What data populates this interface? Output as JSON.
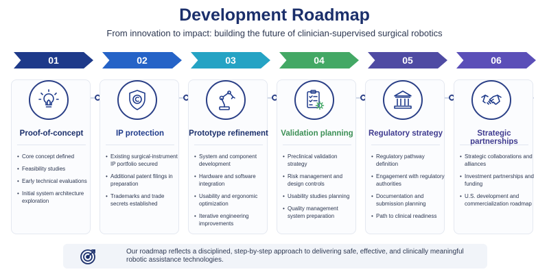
{
  "header": {
    "title": "Development Roadmap",
    "subtitle": "From innovation to impact: building the future of clinician-supervised surgical robotics"
  },
  "colors": {
    "navy": "#1b2f6b",
    "step1": "#1e3a8a",
    "step2": "#2563c7",
    "step3": "#25a3c4",
    "step4": "#43a865",
    "step5": "#4f4ba3",
    "step6": "#5b4fb8"
  },
  "steps": [
    {
      "number": "01",
      "title": "Proof-of-concept",
      "icon": "lightbulb-icon",
      "color": "#1e3a8a",
      "bullets": [
        "Core concept defined",
        "Feasibility studies",
        "Early technical evaluations",
        "Initial system architecture exploration"
      ]
    },
    {
      "number": "02",
      "title": "IP protection",
      "icon": "shield-copyright-icon",
      "color": "#2563c7",
      "bullets": [
        "Existing surgical-instrument IP portfolio secured",
        "Additional patent filings in preparation",
        "Trademarks and trade secrets established"
      ]
    },
    {
      "number": "03",
      "title": "Prototype refinement",
      "icon": "robotic-arm-icon",
      "color": "#25a3c4",
      "bullets": [
        "System and component development",
        "Hardware and software integration",
        "Usability and ergonomic optimization",
        "Iterative engineering improvements"
      ]
    },
    {
      "number": "04",
      "title": "Validation planning",
      "icon": "checklist-gear-icon",
      "color": "#43a865",
      "bullets": [
        "Preclinical validation strategy",
        "Risk management and design controls",
        "Usability studies planning",
        "Quality management system preparation"
      ]
    },
    {
      "number": "05",
      "title": "Regulatory strategy",
      "icon": "institution-icon",
      "color": "#4f4ba3",
      "bullets": [
        "Regulatory pathway definition",
        "Engagement with regulatory authorities",
        "Documentation and submission planning",
        "Path to clinical readiness"
      ]
    },
    {
      "number": "06",
      "title": "Strategic partnerships",
      "icon": "handshake-icon",
      "color": "#5b4fb8",
      "bullets": [
        "Strategic collaborations and alliances",
        "Investment partnerships and funding",
        "U.S. development and commercialization roadmap"
      ]
    }
  ],
  "footer": {
    "icon": "target-icon",
    "text": "Our roadmap reflects a disciplined, step-by-step approach to delivering safe, effective, and clinically meaningful robotic assistance technologies."
  }
}
